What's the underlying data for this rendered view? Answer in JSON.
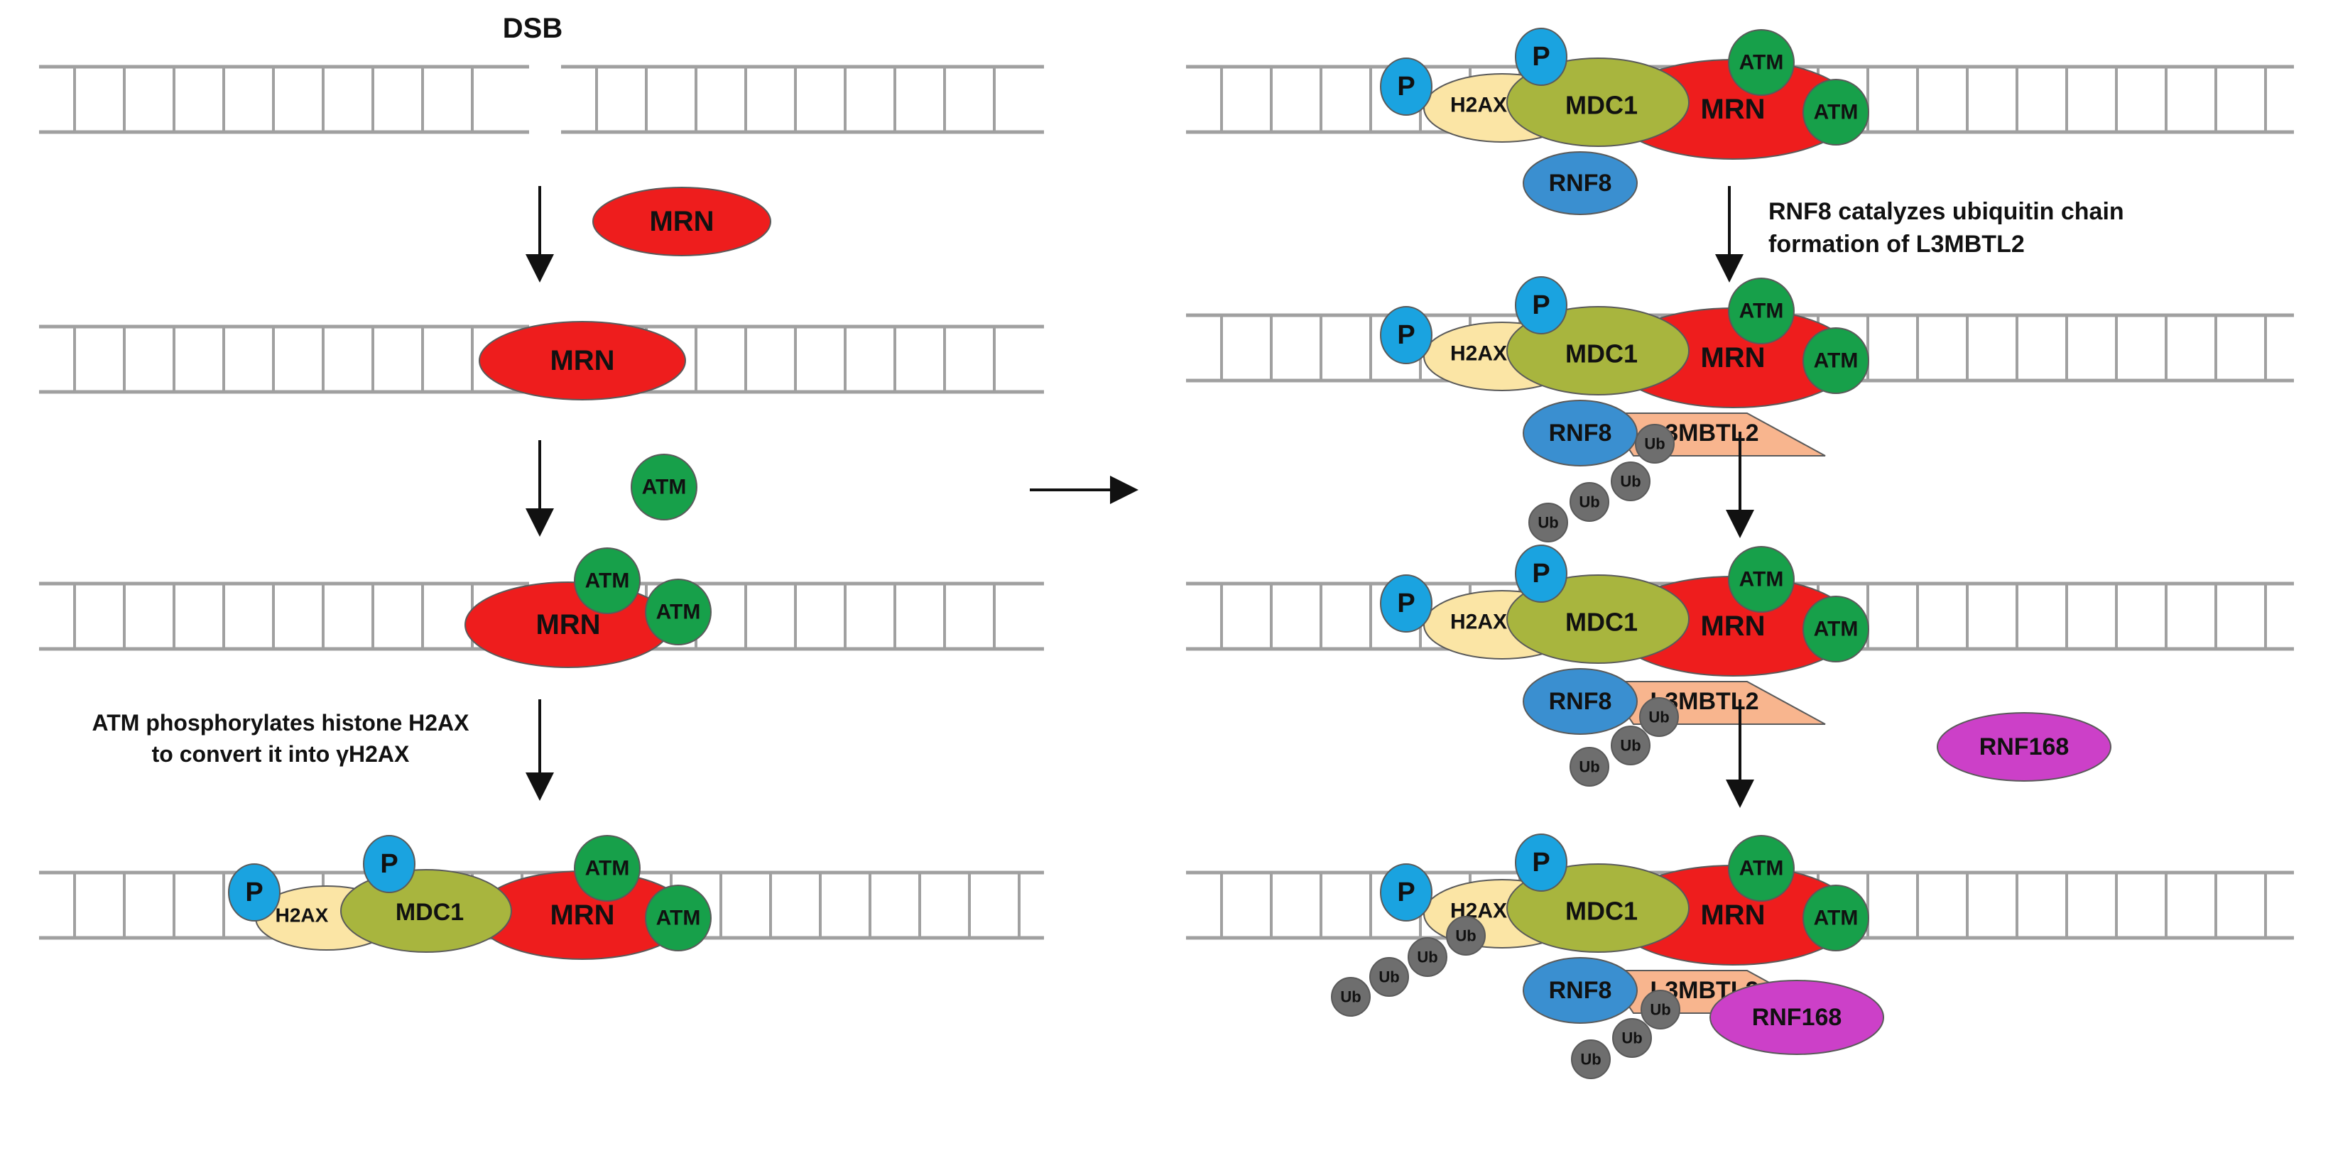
{
  "labels": {
    "dsb": "DSB",
    "mrn": "MRN",
    "atm": "ATM",
    "p": "P",
    "h2ax": "H2AX",
    "mdc1": "MDC1",
    "rnf8": "RNF8",
    "l3mbtl2": "L3MBTL2",
    "ub": "Ub",
    "rnf168": "RNF168"
  },
  "captions": {
    "atm_phos_line1": "ATM phosphorylates histone H2AX",
    "atm_phos_line2": "to convert it into γH2AX",
    "rnf8_line1": "RNF8 catalyzes ubiquitin chain",
    "rnf8_line2": "formation of L3MBTL2"
  },
  "colors": {
    "dna": "#a0a0a0",
    "mrn": "#ee1d1d",
    "atm": "#17a04a",
    "p": "#1aa3e0",
    "h2ax": "#fbe5a5",
    "mdc1": "#a8b53e",
    "rnf8": "#3a8fd0",
    "l3mbtl2": "#f8b58e",
    "ub": "#6e6e6e",
    "rnf168": "#cc40c8",
    "arrow": "#111111"
  }
}
